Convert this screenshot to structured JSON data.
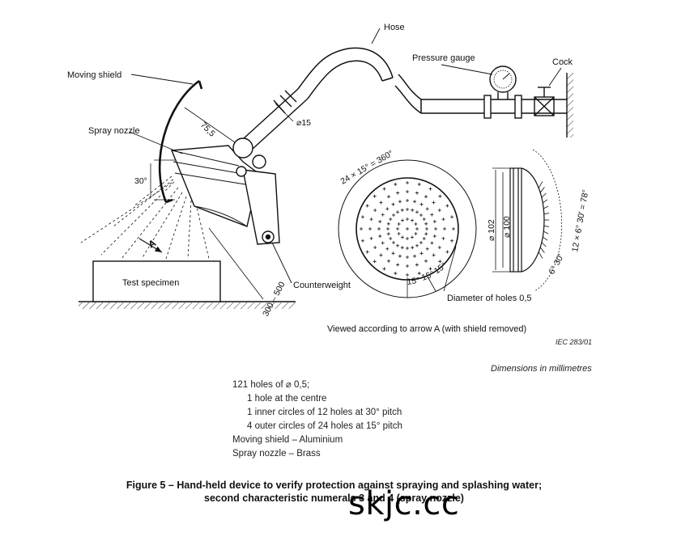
{
  "labels": {
    "hose": "Hose",
    "pressure_gauge": "Pressure gauge",
    "cock": "Cock",
    "moving_shield": "Moving shield",
    "spray_nozzle": "Spray nozzle",
    "test_specimen": "Test specimen",
    "counterweight": "Counterweight",
    "arrow_a": "A",
    "diameter_holes": "Diameter of holes 0,5",
    "viewed_according": "Viewed according to arrow A (with shield removed)"
  },
  "dimensions": {
    "d15": "⌀15",
    "d75_5": "75,5",
    "angle30": "30°",
    "dist300_500": "300 – 500",
    "pitch": "24 × 15° = 360°",
    "p15a": "15°",
    "p15b": "15°",
    "p15c": "15°",
    "d102": "⌀ 102",
    "d100": "⌀ 100",
    "arc78": "12 × 6° 30' = 78°",
    "arc6": "6° 30'"
  },
  "iec_ref": "IEC   283/01",
  "units_note": "Dimensions in millimetres",
  "notes": [
    "121 holes of ⌀ 0,5;",
    "1 hole at the centre",
    "1 inner circles of 12 holes at 30° pitch",
    "4 outer circles of 24 holes at 15° pitch",
    "Moving shield – Aluminium",
    "Spray nozzle – Brass"
  ],
  "caption": {
    "line1": "Figure 5 – Hand-held device to verify protection against spraying and splashing water;",
    "line2": "second characteristic numerals 3 and 4 (spray nozzle)"
  },
  "watermark": "skjc.cc"
}
